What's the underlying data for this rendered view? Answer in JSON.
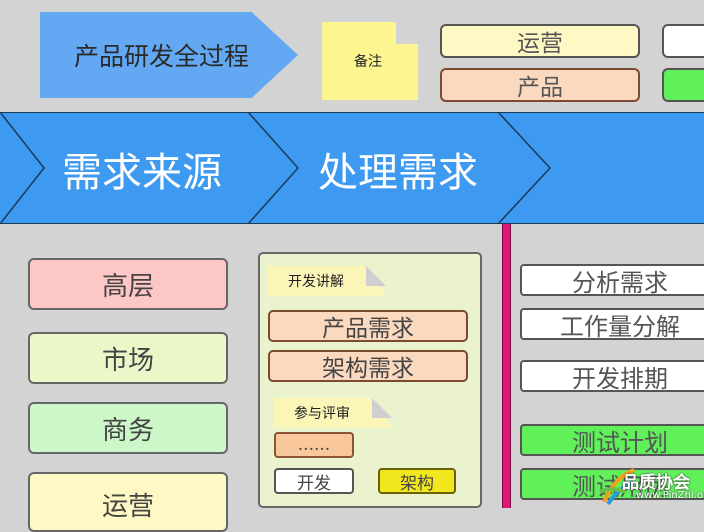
{
  "header": {
    "title": "产品研发全过程",
    "note": "备注",
    "legend": [
      {
        "label": "运营",
        "color": "#fdf8c4"
      },
      {
        "label": "产品",
        "color": "#fbd9bf"
      },
      {
        "label": "",
        "color": "#ffffff"
      },
      {
        "label": "",
        "color": "#5ff05a"
      }
    ]
  },
  "phases": [
    {
      "label": "需求来源"
    },
    {
      "label": "处理需求"
    }
  ],
  "sources": [
    {
      "label": "高层",
      "color": "#fdc7c5"
    },
    {
      "label": "市场",
      "color": "#eaf7c8"
    },
    {
      "label": "商务",
      "color": "#cdf7c8"
    },
    {
      "label": "运营",
      "color": "#fdf8c4"
    }
  ],
  "processing": {
    "dev_tag": "开发讲解",
    "requirements": [
      "产品需求",
      "架构需求"
    ],
    "review_tag": "参与评审",
    "review_item": "......",
    "participants": [
      {
        "label": "开发",
        "color": "#ffffff"
      },
      {
        "label": "架构",
        "color": "#f2e61e"
      }
    ]
  },
  "tasks": [
    {
      "label": "分析需求",
      "color": "#ffffff"
    },
    {
      "label": "工作量分解",
      "color": "#ffffff"
    },
    {
      "label": "开发排期",
      "color": "#ffffff"
    },
    {
      "label": "测试计划",
      "color": "#5ff05a"
    },
    {
      "label": "测试用例",
      "color": "#5ff05a"
    }
  ],
  "watermark": {
    "name": "品质协会",
    "url": "www.PinZhi.org"
  }
}
